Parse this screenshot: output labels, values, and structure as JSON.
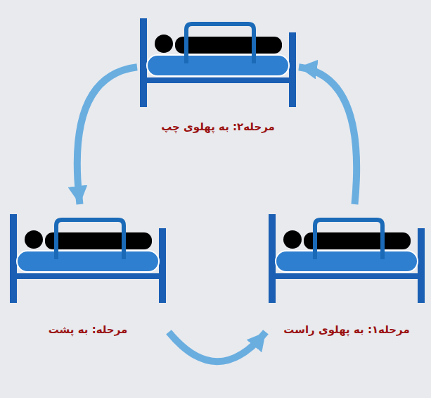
{
  "diagram": {
    "nodes": [
      {
        "text": [
          "مرحله۲: به پهلوی چپ"
        ]
      },
      {
        "text": [
          "مرحله: به پشت"
        ]
      },
      {
        "text": [
          "مرحله۱: به پهلوی راست"
        ]
      }
    ],
    "edges": [
      {
        "from": 2,
        "to": 0,
        "arrow": "to"
      },
      {
        "from": 0,
        "to": 1,
        "arrow": "to"
      },
      {
        "from": 1,
        "to": 2,
        "arrow": "to"
      }
    ]
  }
}
